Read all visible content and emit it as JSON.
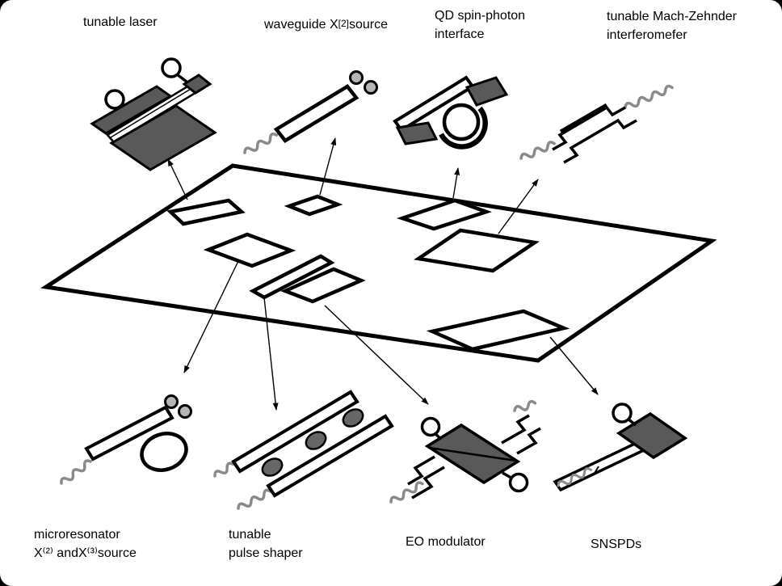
{
  "figure": {
    "kind": "isometric photonic chip diagram",
    "colors": {
      "background": "#000000",
      "canvas": "#ffffff",
      "outline": "#000000",
      "component_dark": "#595959",
      "fiber_gray": "#8a8a8a",
      "pad_circle_gray": "#b5b5b5"
    }
  },
  "labels": {
    "tunable_laser": "tunable laser",
    "waveguide_source_pre": "waveguide X",
    "waveguide_source_sup": "[2]",
    "waveguide_source_post": "source",
    "qd_interface_line1": "QD spin-photon",
    "qd_interface_line2": "interface",
    "mzi_line1": "tunable Mach-Zehnder",
    "mzi_line2": "interferomefer",
    "microresonator_line1": "microresonator",
    "microresonator_line2": "X⁽²⁾ andX⁽³⁾source",
    "pulse_shaper_line1": "tunable",
    "pulse_shaper_line2": "pulse shaper",
    "eo_modulator": "EO modulator",
    "snspds": "SNSPDs"
  },
  "components": [
    {
      "id": "tunable-laser"
    },
    {
      "id": "waveguide-chi2-source"
    },
    {
      "id": "qd-spin-photon-interface"
    },
    {
      "id": "tunable-mach-zehnder-interferometer"
    },
    {
      "id": "microresonator-chi2-chi3-source"
    },
    {
      "id": "tunable-pulse-shaper"
    },
    {
      "id": "eo-modulator"
    },
    {
      "id": "snspds"
    },
    {
      "id": "photonic-chip"
    }
  ]
}
